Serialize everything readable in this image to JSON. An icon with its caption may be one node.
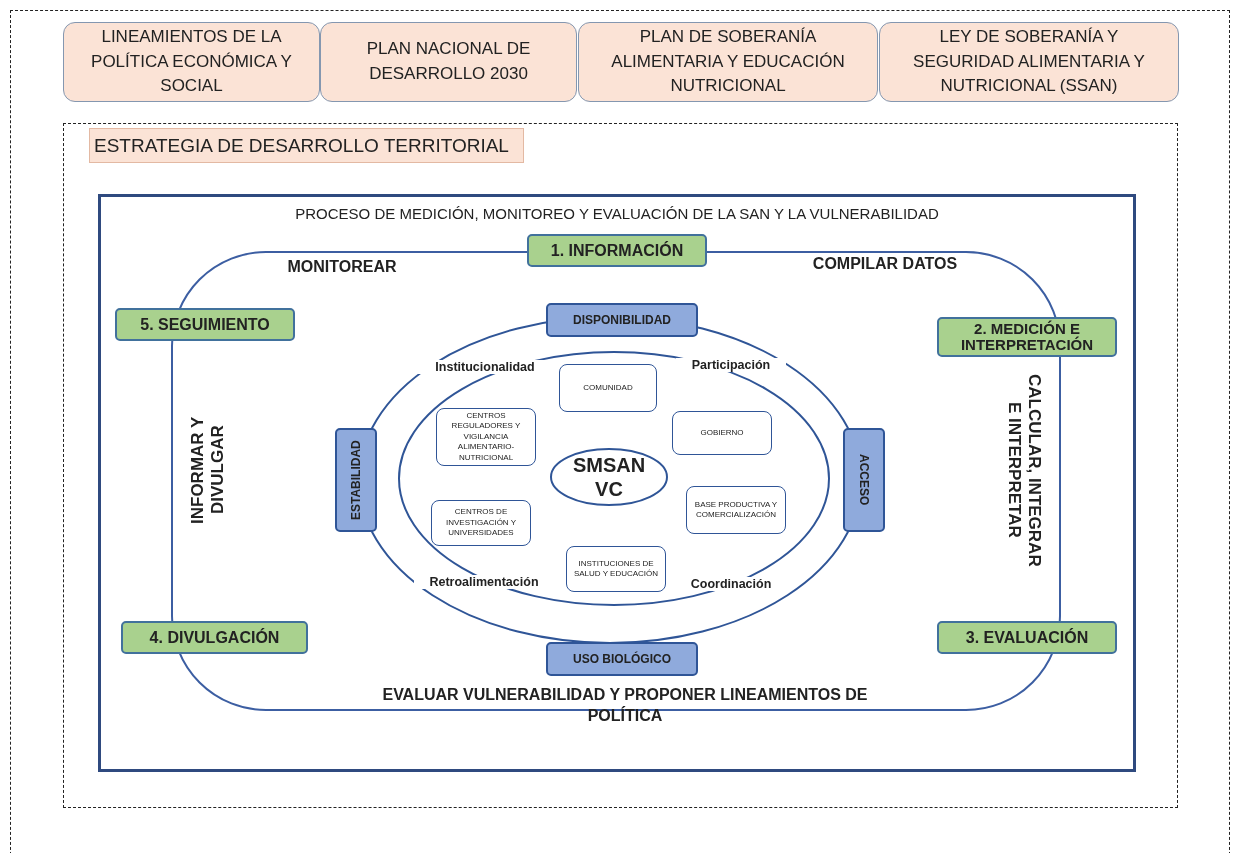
{
  "diagram": {
    "nodes": [
      {
        "text": [
          "LINEAMIENTOS DE LA POLÍTICA ECONÓMICA Y SOCIAL"
        ]
      },
      {
        "text": [
          "PLAN NACIONAL DE DESARROLLO 2030"
        ]
      },
      {
        "text": [
          "PLAN DE SOBERANÍA ALIMENTARIA Y EDUCACIÓN NUTRICIONAL"
        ]
      },
      {
        "text": [
          "LEY DE SOBERANÍA Y SEGURIDAD ALIMENTARIA Y NUTRICIONAL (SSAN)"
        ]
      },
      {
        "text": [],
        "shape": "box"
      },
      {
        "text": [
          "ESTRATEGIA DE DESARROLLO TERRITORIAL"
        ],
        "in": 4
      },
      {
        "text": [
          "PROCESO DE MEDICIÓN, MONITOREO Y EVALUACIÓN DE LA SAN Y LA VULNERABILIDAD"
        ],
        "in": 4
      },
      {
        "text": [],
        "shape": "box",
        "in": 6
      },
      {
        "text": [
          "1. INFORMACIÓN"
        ],
        "in": 6
      },
      {
        "text": [
          "5. SEGUIMIENTO"
        ],
        "in": 6
      },
      {
        "text": [
          "2. MEDICIÓN E INTERPRETACIÓN"
        ],
        "in": 6
      },
      {
        "text": [
          "4. DIVULGACIÓN"
        ],
        "in": 6
      },
      {
        "text": [
          "3. EVALUACIÓN"
        ],
        "in": 6
      },
      {
        "text": [],
        "shape": "circle",
        "in": 7
      },
      {
        "text": [
          "DISPONIBILIDAD"
        ],
        "in": 7
      },
      {
        "text": [
          "ESTABILIDAD"
        ],
        "in": 7
      },
      {
        "text": [
          "ACCESO"
        ],
        "in": 7
      },
      {
        "text": [
          "USO BIOLÓGICO"
        ],
        "in": 7
      },
      {
        "text": [],
        "shape": "circle",
        "in": 13
      },
      {
        "text": [
          "COMUNIDAD"
        ],
        "in": 18
      },
      {
        "text": [
          "CENTROS REGULADORES Y VIGILANCIA ALIMENTARIO-NUTRICIONAL"
        ],
        "in": 18
      },
      {
        "text": [
          "GOBIERNO"
        ],
        "in": 18
      },
      {
        "text": [
          "SMSAN VC"
        ],
        "in": 18
      },
      {
        "text": [
          "CENTROS DE INVESTIGACIÓN Y UNIVERSIDADES"
        ],
        "in": 18
      },
      {
        "text": [
          "BASE PRODUCTIVA Y COMERCIALIZACIÓN"
        ],
        "in": 18
      },
      {
        "text": [
          "INSTITUCIONES DE SALUD Y EDUCACIÓN"
        ],
        "in": 18
      }
    ],
    "edges": [],
    "labels": [
      "MONITOREAR",
      "COMPILAR DATOS",
      "Institucionalidad",
      "Participación",
      "INFORMAR Y DIVULGAR",
      "CALCULAR, INTEGRAR E INTERPRETAR",
      "Retroalimentación",
      "Coordinación",
      "EVALUAR VULNERABILIDAD Y PROPONER LINEAMIENTOS DE POLÍTICA"
    ]
  }
}
